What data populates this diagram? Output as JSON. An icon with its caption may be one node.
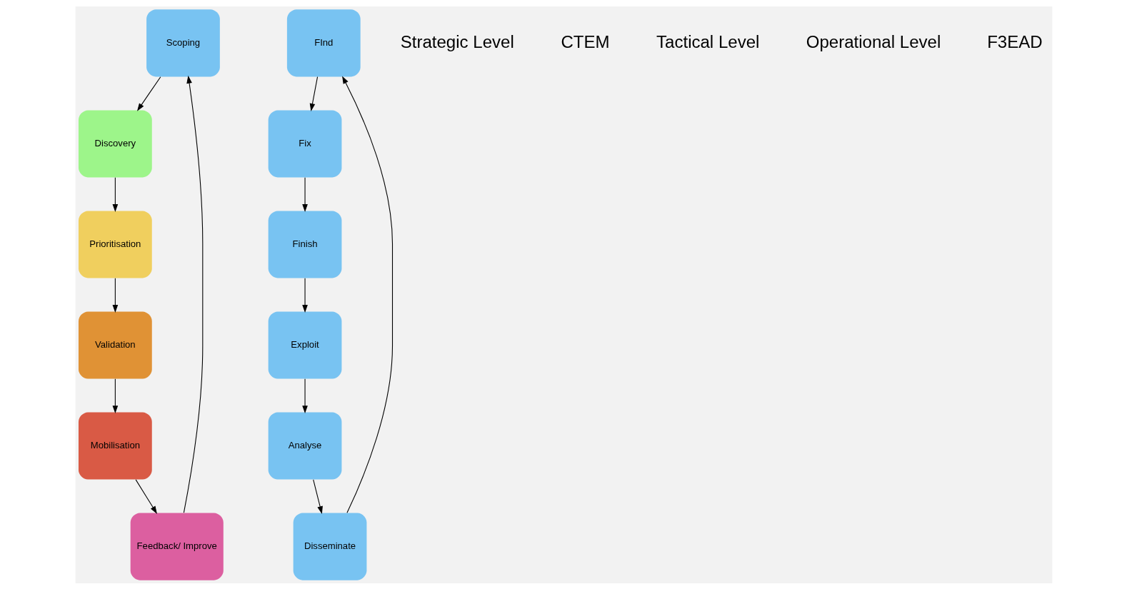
{
  "diagram": {
    "nodes": [
      {
        "text": [
          "Scoping"
        ]
      },
      {
        "text": [
          "Discovery"
        ]
      },
      {
        "text": [
          "Prioritisation"
        ]
      },
      {
        "text": [
          "Validation"
        ]
      },
      {
        "text": [
          "Mobilisation"
        ]
      },
      {
        "text": [
          "Feedback/ Improve"
        ]
      },
      {
        "text": [
          "FInd"
        ]
      },
      {
        "text": [
          "Fix"
        ]
      },
      {
        "text": [
          "Finish"
        ]
      },
      {
        "text": [
          "Exploit"
        ]
      },
      {
        "text": [
          "Analyse"
        ]
      },
      {
        "text": [
          "Disseminate"
        ]
      }
    ],
    "edges": [
      {
        "from": 0,
        "to": 1,
        "arrow": "to"
      },
      {
        "from": 1,
        "to": 2,
        "arrow": "to"
      },
      {
        "from": 2,
        "to": 3,
        "arrow": "to"
      },
      {
        "from": 3,
        "to": 4,
        "arrow": "to"
      },
      {
        "from": 4,
        "to": 5,
        "arrow": "to"
      },
      {
        "from": 5,
        "to": 0,
        "arrow": "to"
      },
      {
        "from": 6,
        "to": 7,
        "arrow": "to"
      },
      {
        "from": 7,
        "to": 8,
        "arrow": "to"
      },
      {
        "from": 8,
        "to": 9,
        "arrow": "to"
      },
      {
        "from": 9,
        "to": 10,
        "arrow": "to"
      },
      {
        "from": 10,
        "to": 11,
        "arrow": "to"
      },
      {
        "from": 11,
        "to": 6,
        "arrow": "to"
      }
    ],
    "labels": [
      "Strategic Level",
      "CTEM",
      "Tactical Level",
      "Operational Level",
      "F3EAD"
    ]
  }
}
